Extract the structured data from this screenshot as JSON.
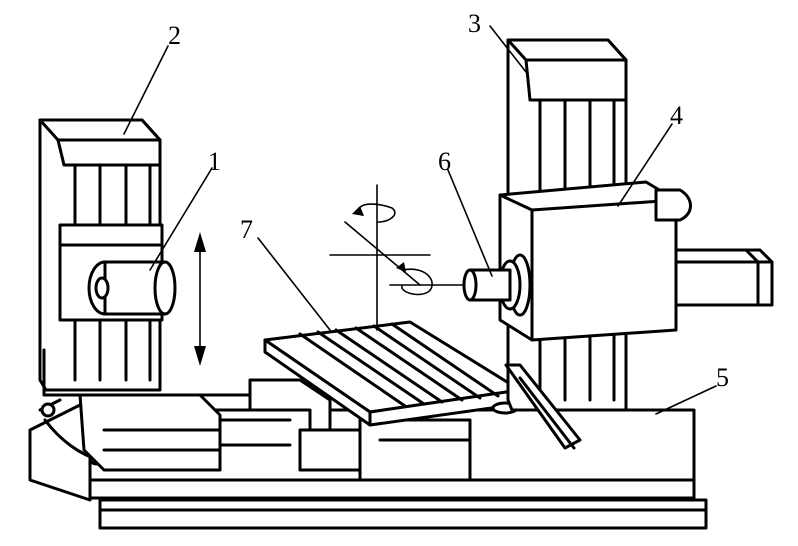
{
  "diagram": {
    "callouts": [
      {
        "id": "1",
        "text": "1"
      },
      {
        "id": "2",
        "text": "2"
      },
      {
        "id": "3",
        "text": "3"
      },
      {
        "id": "4",
        "text": "4"
      },
      {
        "id": "5",
        "text": "5"
      },
      {
        "id": "6",
        "text": "6"
      },
      {
        "id": "7",
        "text": "7"
      }
    ]
  }
}
